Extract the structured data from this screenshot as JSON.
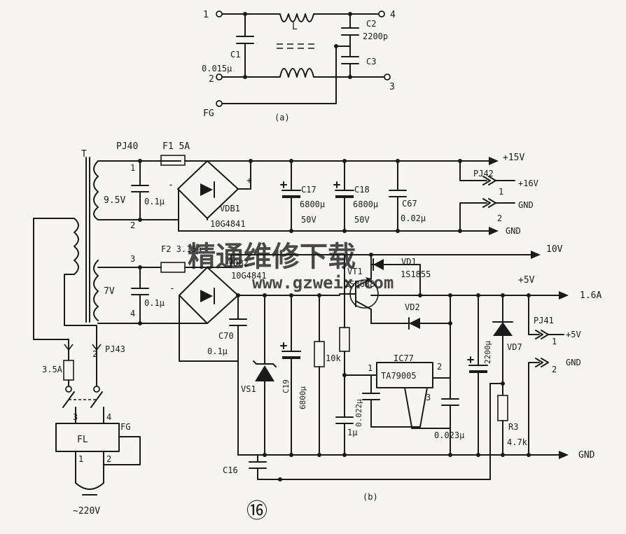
{
  "sub_a": {
    "caption": "(a)",
    "terminals": {
      "t1": "1",
      "t2": "2",
      "t3": "3",
      "t4": "4",
      "fg": "FG"
    },
    "inductor": "L",
    "c1_ref": "C1",
    "c1_val": "0.015μ",
    "c2_ref": "C2",
    "c2_val": "2200p",
    "c3_ref": "C3"
  },
  "sub_b": {
    "caption": "(b)",
    "transformer": "T",
    "pj40": "PJ40",
    "f1": "F1 5A",
    "f2": "F2 3.15A",
    "sec1_p1": "1",
    "sec1_p2": "2",
    "sec1_v": "9.5V",
    "sec2_p3": "3",
    "sec2_p4": "4",
    "sec2_v": "7V",
    "c_small_1": "0.1μ",
    "c_small_2": "0.1μ",
    "minus1": "-",
    "plus1": "+",
    "minus2": "-",
    "vdb1": "VDB1",
    "vdb1_part": "10G4841",
    "vdb2": "VDB2",
    "vdb2_part": "10G4841",
    "c17": "C17",
    "c17_val": "6800μ",
    "c17_v": "50V",
    "c18": "C18",
    "c18_val": "6800μ",
    "c18_v": "50V",
    "c67": "C67",
    "c67_val": "0.02μ",
    "rail_15v": "+15V",
    "pj42": "PJ42",
    "pj42_p1": "1",
    "pj42_p2": "2",
    "pj42_16v": "+16V",
    "gnd_a": "GND",
    "gnd_b": "GND",
    "rail_10v": "10V",
    "vt1": "VT1",
    "vt1_part": "2SB688",
    "vd1": "VD1",
    "vd1_part": "1S1855",
    "vd2": "VD2",
    "rail_5v": "+5V",
    "current": "1.6A",
    "c70": "C70",
    "c70_val": "0.1μ",
    "vs1": "VS1",
    "c19": "C19",
    "c19_val": "6800μ",
    "r_10k": "10k",
    "ic_ref": "IC77",
    "ic_part": "TA79005",
    "ic_p1": "1",
    "ic_p2": "2",
    "ic_p3": "3",
    "c_0022": "0.022μ",
    "c_1u": "1μ",
    "c_0023": "0.023μ",
    "c_2200": "2200μ",
    "vd7": "VD7",
    "r3": "R3",
    "r3_val": "4.7k",
    "pj41": "PJ41",
    "pj41_p1": "1",
    "pj41_5v": "+5V",
    "pj41_p2": "2",
    "pj41_gnd": "GND",
    "gnd_main": "GND",
    "c16": "C16",
    "pj43": "PJ43",
    "pj43_p2": "2",
    "fuse_35": "3.5A",
    "fl": "FL",
    "fl_p3": "3",
    "fl_p4": "4",
    "fl_p1": "1",
    "fl_p2": "2",
    "fg": "FG",
    "mains": "~220V"
  },
  "figure_number": "⑯",
  "watermark": {
    "cn": "精通维修下载",
    "url": "www.gzweix.com"
  }
}
